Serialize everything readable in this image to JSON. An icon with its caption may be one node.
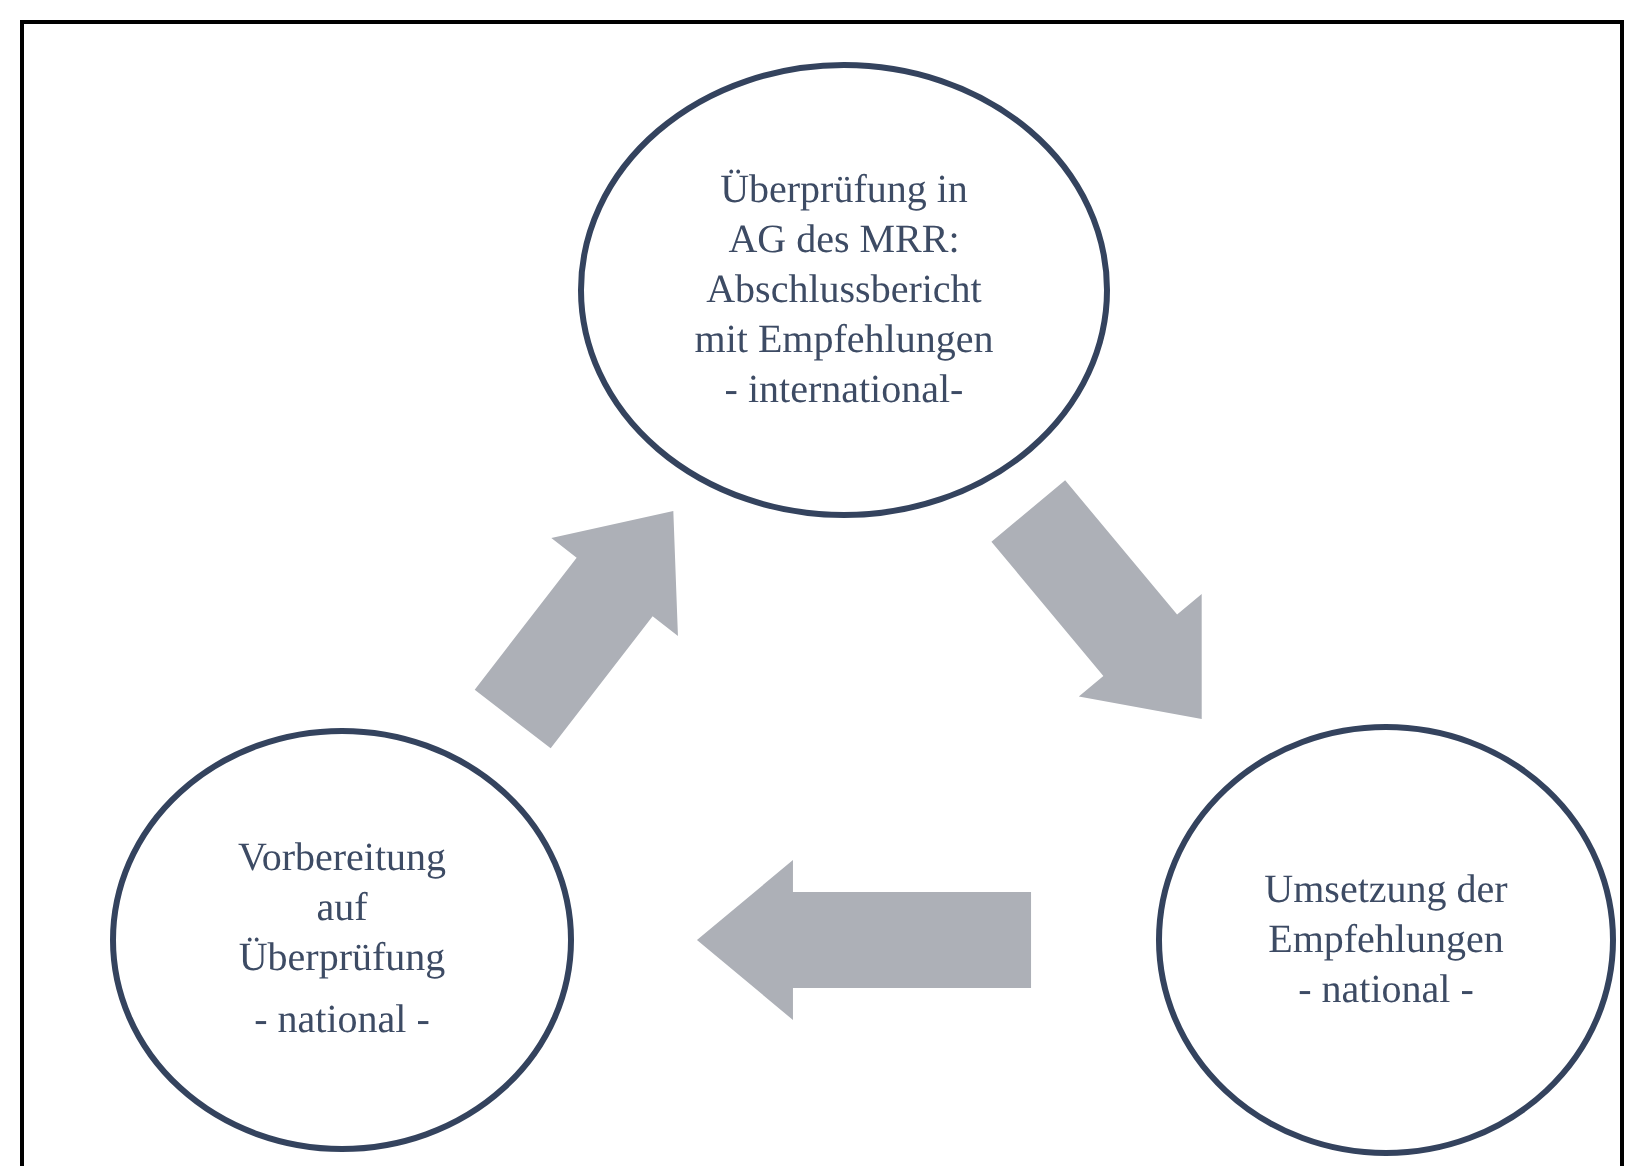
{
  "diagram": {
    "nodes": [
      {
        "text": [
          "Überprüfung in AG des MRR: Abschlussbericht mit Empfehlungen",
          "- international-"
        ]
      },
      {
        "text": [
          "Umsetzung der Empfehlungen",
          "- national -"
        ]
      },
      {
        "text": [
          "Vorbereitung auf Überprüfung",
          "- national -"
        ]
      }
    ],
    "edges": [
      {
        "from": 0,
        "to": 1,
        "arrow": "to"
      },
      {
        "from": 1,
        "to": 2,
        "arrow": "to"
      },
      {
        "from": 2,
        "to": 0,
        "arrow": "to"
      }
    ]
  }
}
